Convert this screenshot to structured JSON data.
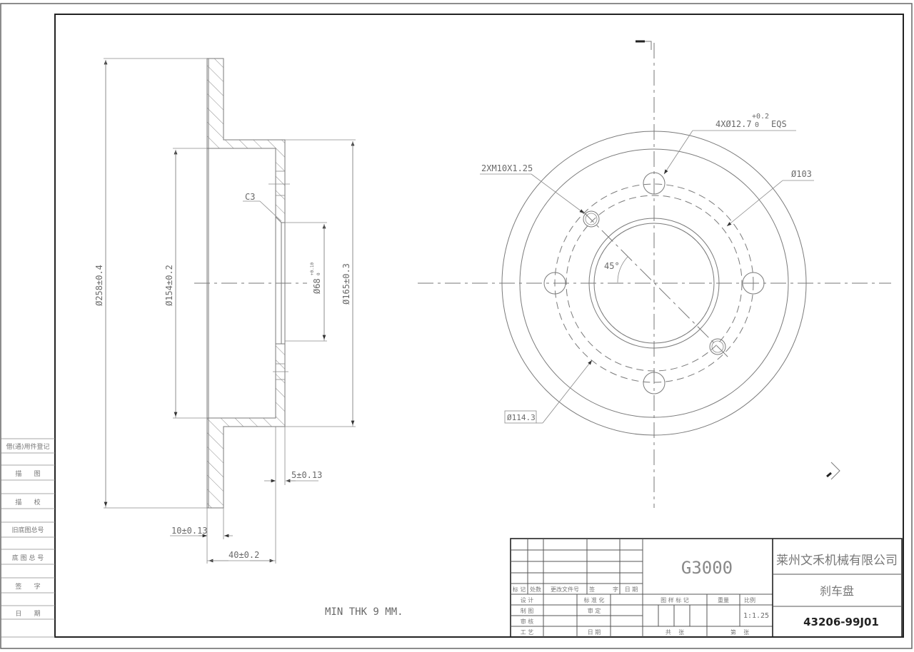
{
  "drawing": {
    "notes": {
      "min_thickness": "MIN THK 9 MM."
    },
    "section_view": {
      "dims": {
        "outer_dia": "Ø258±0.4",
        "inner_dia": "Ø154±0.2",
        "hat_dia": "Ø165±0.3",
        "bore_dia": "Ø68",
        "bore_tol_upper": "+0.10",
        "bore_tol_lower": "0",
        "chamfer": "C3",
        "hat_thickness": "5±0.13",
        "disc_thickness": "10±0.13",
        "overall_height": "40±0.2"
      }
    },
    "face_view": {
      "dims": {
        "bolt_holes": "4XØ12.7",
        "bolt_holes_tol_upper": "+0.2",
        "bolt_holes_tol_lower": "0",
        "bolt_holes_suffix": "EQS",
        "threaded_holes": "2XM10X1.25",
        "pcd_inner": "Ø103",
        "pcd_outer": "Ø114.3",
        "angle": "45°"
      }
    }
  },
  "left_strip": {
    "rows": [
      "借(通)用件登记",
      "描      图",
      "描      校",
      "旧底图总号",
      "底 图 总 号",
      "签      字",
      "日      期"
    ]
  },
  "title_block": {
    "revision_headers": [
      "标 记",
      "处数",
      "更改文件号",
      "签",
      "字",
      "日 期"
    ],
    "sign_rows": [
      {
        "left": "设 计",
        "right": "标 准 化"
      },
      {
        "left": "制 图",
        "right": "审 定"
      },
      {
        "left": "审 核",
        "right": ""
      },
      {
        "left": "工 艺",
        "right": "日 期"
      }
    ],
    "model": "G3000",
    "stage_label": "图 样 标 记",
    "weight_label": "重量",
    "scale_label": "比例",
    "scale_value": "1:1.25",
    "sheets_total_label": "共    张",
    "sheet_no_label": "第    张",
    "company": "莱州文禾机械有限公司",
    "part_name": "刹车盘",
    "part_number": "43206-99J01"
  }
}
